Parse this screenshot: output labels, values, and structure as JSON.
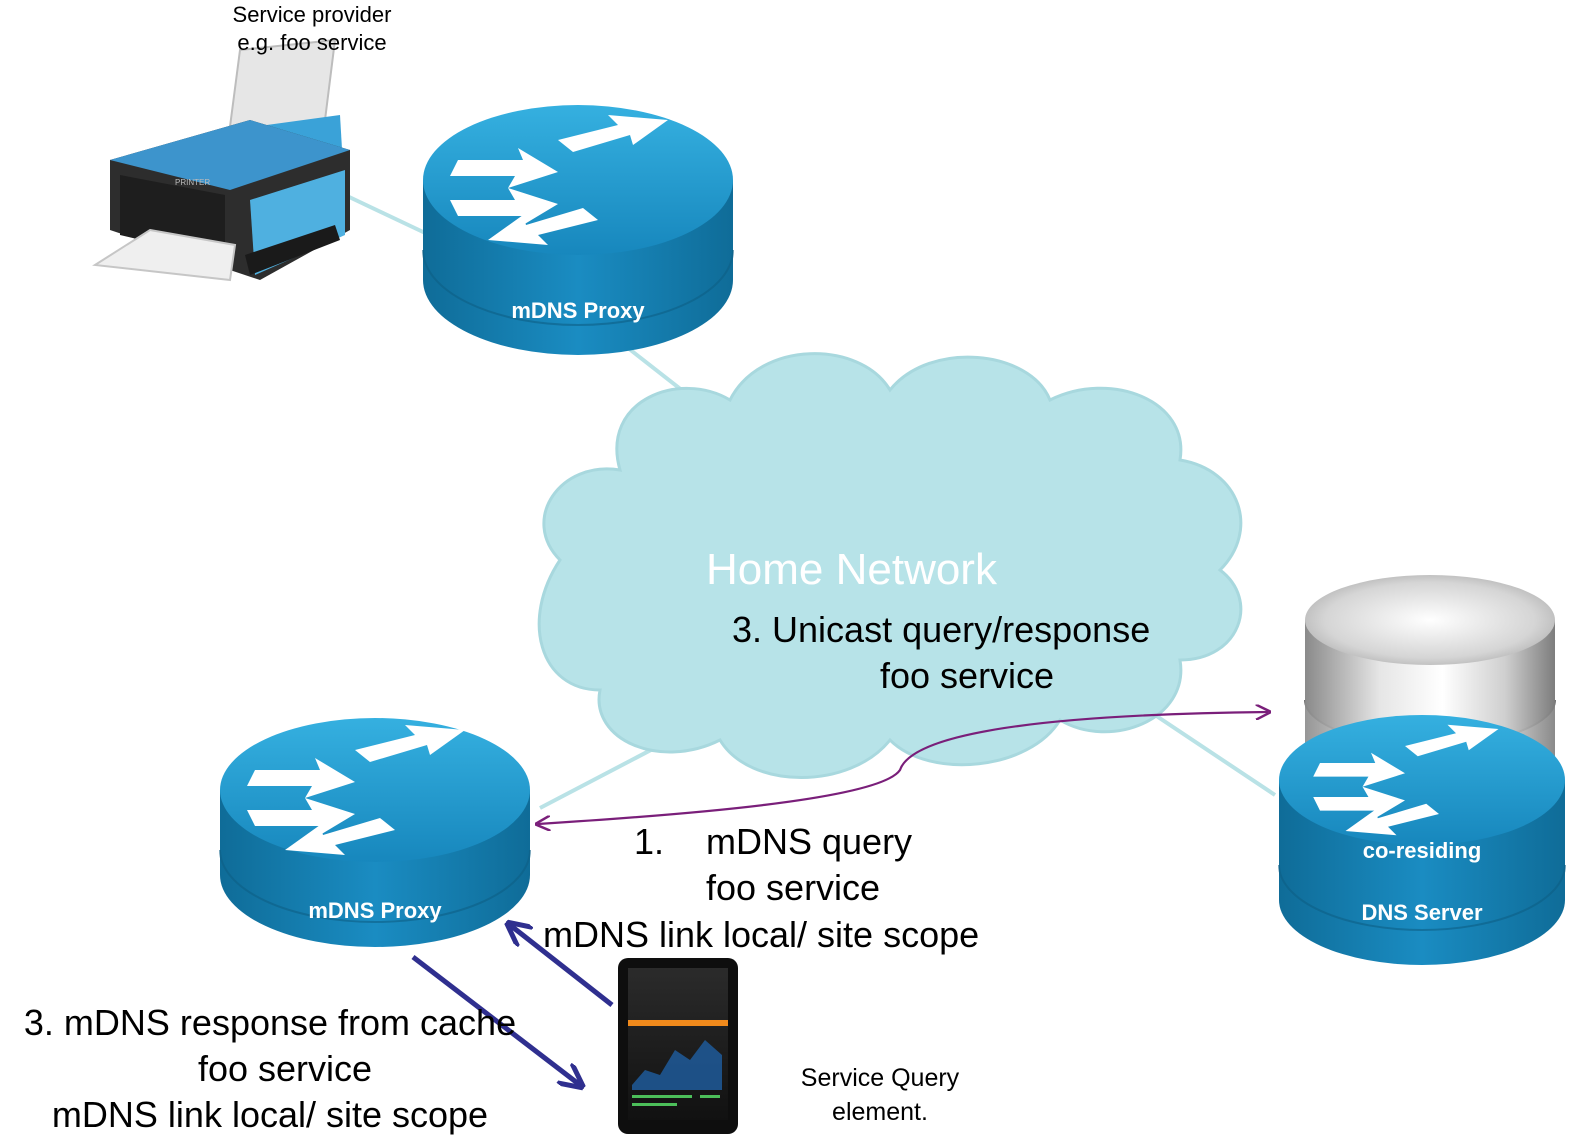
{
  "colors": {
    "link_line": "#b9e2e6",
    "cloud_fill": "#b7e3e8",
    "router_blue": "#1a8cc2",
    "router_blue_dark": "#0f6c98",
    "router_top_highlight": "#2ea6d8",
    "purple_arrow": "#7a1f7a",
    "navy_arrow": "#2f2f8f"
  },
  "labels": {
    "provider_line1": "Service provider",
    "provider_line2": "e.g. foo service",
    "cloud_title": "Home Network",
    "unicast_line1": "3. Unicast query/response",
    "unicast_line2": "foo service",
    "query_number": "1.",
    "query_line1": "mDNS query",
    "query_line2": "foo service",
    "query_line3": "mDNS link local/ site scope",
    "response_line1": "3. mDNS response from cache",
    "response_line2": "foo service",
    "response_line3": "mDNS link local/ site scope",
    "element_line1": "Service Query",
    "element_line2": "element."
  },
  "devices": {
    "router_top_label": "mDNS Proxy",
    "router_bottom_label": "mDNS Proxy",
    "dns_router_label1": "co-residing",
    "dns_router_label2": "DNS Server",
    "printer_brand": "PRINTER"
  },
  "icons": [
    "printer-icon",
    "router-icon",
    "cloud-icon",
    "database-icon",
    "tablet-icon"
  ]
}
